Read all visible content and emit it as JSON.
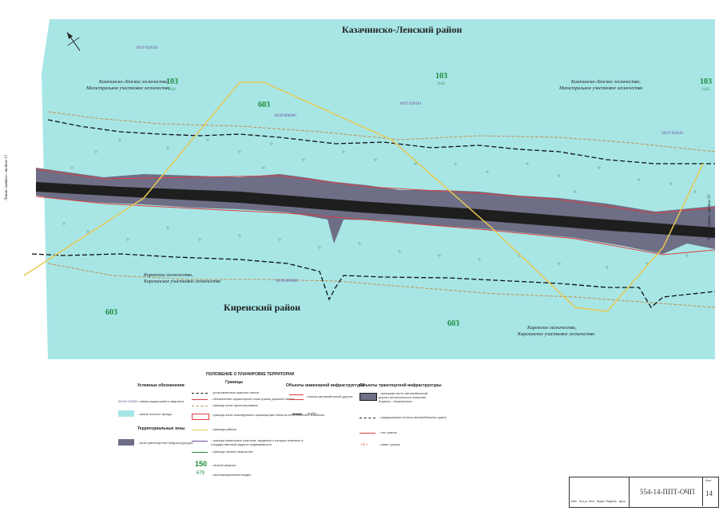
{
  "colors": {
    "forest_fill": "#a8e6e6",
    "transport_zone": "#6e6e86",
    "road": "#1e1e1e",
    "red_line": "#d94040",
    "border_black": "#111111",
    "dashed_orange": "#c09050",
    "yellow_line": "#e8c850"
  },
  "map": {
    "district_north": "Казачинско-Ленский район",
    "district_south": "Киренский район",
    "forestry_nw": [
      "Казачинско-Ленское лесничество,",
      "Магистральное участковое лесничество"
    ],
    "forestry_ne": [
      "Казачинско-Ленское лесничество,",
      "Магистральное участковое лесничество"
    ],
    "forestry_sw": [
      "Киренское лесничество,",
      "Карелинское участковое лесничество"
    ],
    "forestry_se": [
      "Киренское лесничество,",
      "Карелинское участковое лесничество"
    ],
    "quarter_103": "103",
    "quarter_1143": "1143",
    "quarter_603": "603",
    "cadastral_1": "38:07:020101",
    "cadastral_2": "38:09:000000",
    "cadastral_3": "38:07:020101",
    "cadastral_4": "38:09:000000",
    "border_left": "Линия сшивки с листом 13",
    "border_right": "Линия сшивки с листом 15",
    "compass_icon": "north-arrow-icon"
  },
  "legend": {
    "conventions_title": "Условные обозначения:",
    "cad_sample": "38:09:120302",
    "cad_label": "- номер кадастрового квартала",
    "forest_label": "- земли лесного фонда",
    "zones_title": "Территориальные зоны",
    "transport_label": "- зона транспортной инфраструктуры",
    "planning_title": "ПОЛОЖЕНИЕ О ПЛАНИРОВКЕ ТЕРРИТОРИИ",
    "borders_title": "Границы",
    "b1": "- установленные красные линии",
    "b2": "- обозначение характерной точки границ красной линии",
    "b3": "- граница зоны проектирования",
    "b4": "- граница зоны планируемого размещения объекта регионального значения",
    "b5": "- граница района",
    "b6": "- граница земельных участков, сведения о которых внесены в государственный кадастр недвижимости",
    "b7": "- граница лесных кварталов",
    "quarter_sample_top": "150",
    "quarter_sample_bot": "679",
    "q_label1": "- лесной квартал",
    "q_label2": "- лесотаксационный выдел",
    "eng_title": "Объекты инженерной инфраструктуры",
    "eng1": "- полоса автомобильной дороги",
    "eng2": "- трубы",
    "trans_title": "Объекты транспортной инфраструктуры",
    "tr1": "- проезжая часть автомобильной дороги регионального значения Киренск - Казачинское",
    "tr2": "- придорожные полосы автомобильных дорог",
    "tr3": "- ось трассы",
    "tr4_sample": "ПК 1",
    "tr4": "- пикет трассы"
  },
  "stamp": {
    "code": "554-14-ППТ-ОЧП",
    "sheet_label": "Лист",
    "sheet_no": "14",
    "cols": [
      "Изм.",
      "Кол.уч",
      "Лист",
      "№док.",
      "Подпись",
      "Дата"
    ]
  }
}
